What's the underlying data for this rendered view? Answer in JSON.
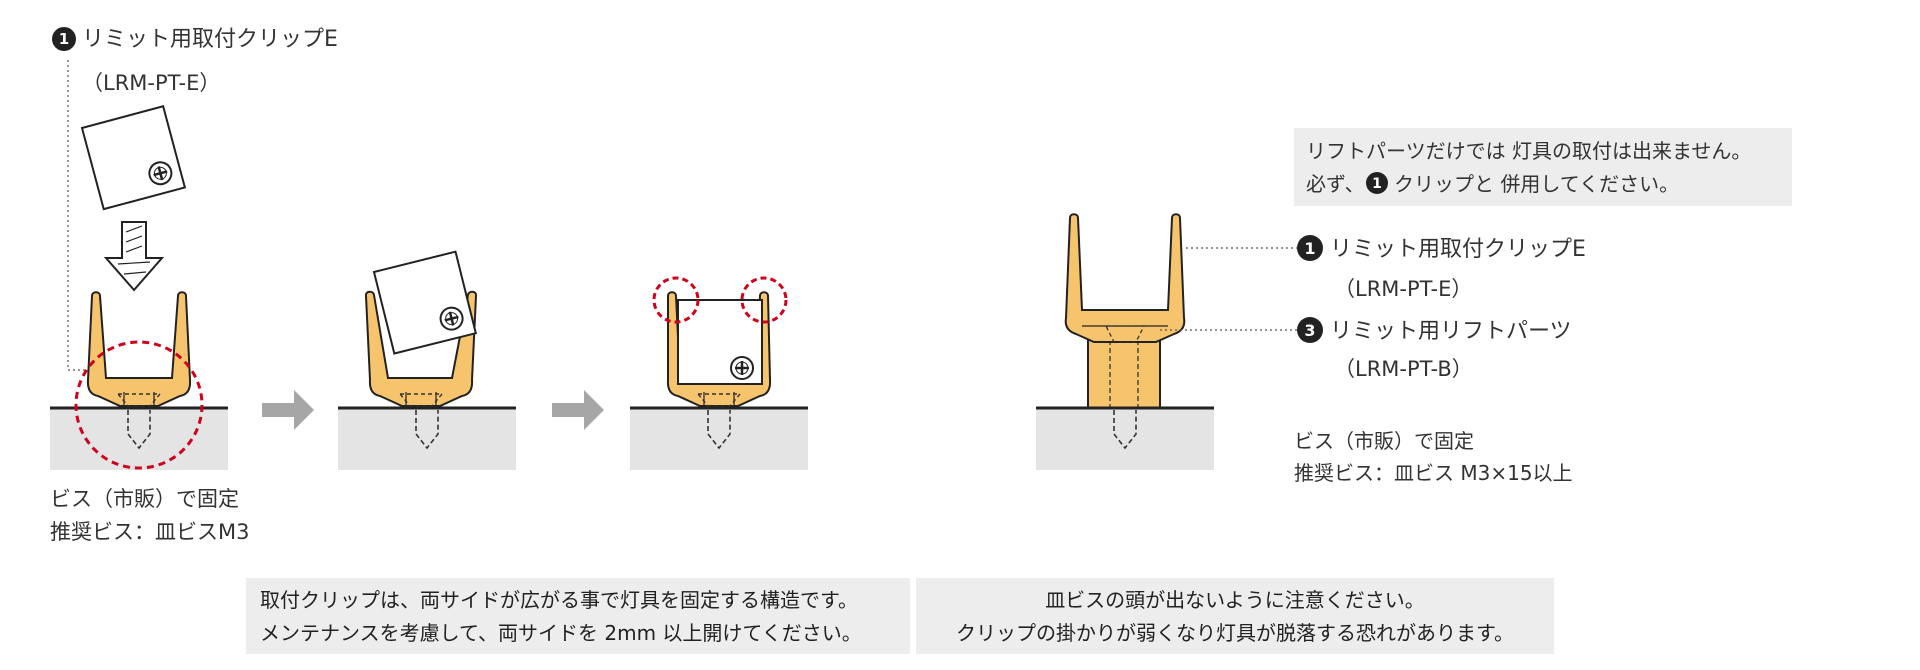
{
  "step1": {
    "badge": "1",
    "clip_name": "リミット用取付クリップE",
    "clip_code": "（LRM-PT-E）",
    "screw_line1": "ビス（市販）で固定",
    "screw_line2": "推奨ビス：皿ビスM3"
  },
  "right_panel": {
    "note_line1": "リフトパーツだけでは 灯具の取付は出来ません。",
    "note_line2_a": "必ず、",
    "note_badge": "1",
    "note_line2_b": "クリップと 併用してください。",
    "part1_badge": "1",
    "part1_name": "リミット用取付クリップE",
    "part1_code": "（LRM-PT-E）",
    "part3_badge": "3",
    "part3_name": "リミット用リフトパーツ",
    "part3_code": "（LRM-PT-B）",
    "screw_line1": "ビス（市販）で固定",
    "screw_line2": "推奨ビス：皿ビス M3×15以上"
  },
  "bottom_notes": {
    "left_line1": "取付クリップは、両サイドが広がる事で灯具を固定する構造です。",
    "left_line2": "メンテナンスを考慮して、両サイドを 2mm 以上開けてください。",
    "right_line1": "皿ビスの頭が出ないように注意ください。",
    "right_line2": "クリップの掛かりが弱くなり灯具が脱落する恐れがあります。"
  },
  "colors": {
    "clip": "#F7C46E",
    "outline": "#222222",
    "ground": "#E4E4E4",
    "arrow": "#A6A6A6",
    "highlight": "#D0021B",
    "note_bg": "#EDEDED"
  }
}
